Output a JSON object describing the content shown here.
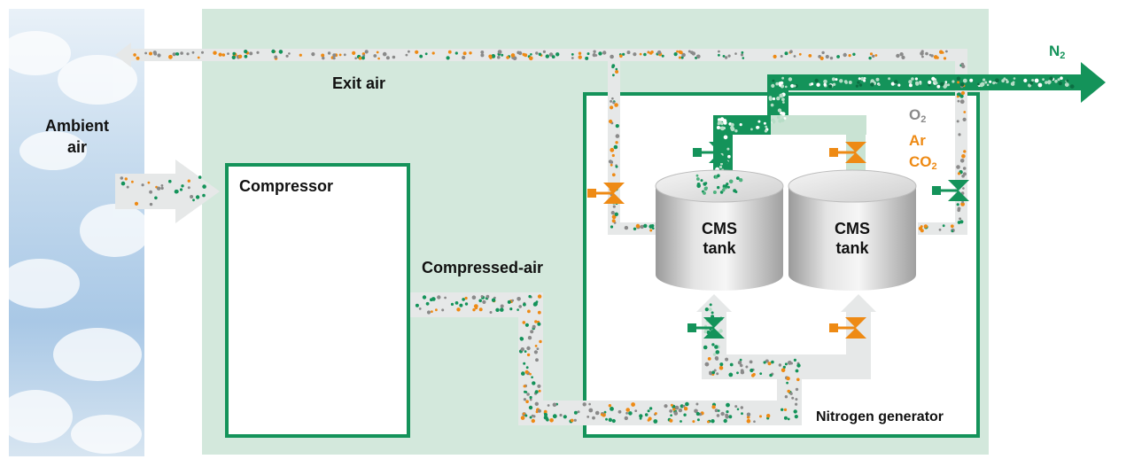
{
  "labels": {
    "ambient_air_line1": "Ambient",
    "ambient_air_line2": "air",
    "exit_air": "Exit air",
    "compressor": "Compressor",
    "compressed_air": "Compressed-air",
    "nitrogen_generator": "Nitrogen generator",
    "product_main": "N",
    "product_sub": "2",
    "gas_o2_main": "O",
    "gas_o2_sub": "2",
    "gas_ar": "Ar",
    "gas_co2_main": "CO",
    "gas_co2_sub": "2",
    "tank1_line1": "CMS",
    "tank1_line2": "tank",
    "tank2_line1": "CMS",
    "tank2_line2": "tank"
  },
  "colors": {
    "panel": "#d3e8dc",
    "green": "#14935a",
    "orange": "#ee8a14",
    "grey": "#8a8a8a",
    "pipe": "#e6e8e8",
    "sky": "#c9ddef"
  },
  "icons": {
    "valve_open": "green-bowtie-valve-icon",
    "valve_closed": "orange-bowtie-valve-icon"
  }
}
